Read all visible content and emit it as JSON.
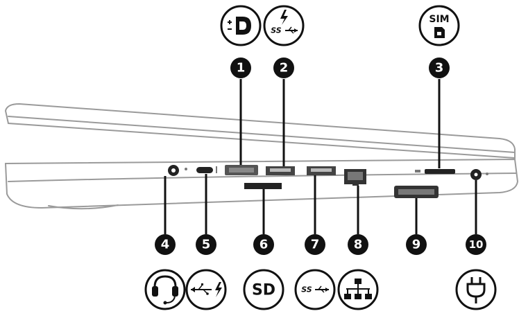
{
  "callouts": {
    "c1": "1",
    "c2": "2",
    "c3": "3",
    "c4": "4",
    "c5": "5",
    "c6": "6",
    "c7": "7",
    "c8": "8",
    "c9": "9",
    "c10": "10"
  },
  "icons": {
    "top": [
      {
        "number": "1",
        "icon": "displayport-icon"
      },
      {
        "number": "2",
        "icon": "usb-superspeed-charging-icon"
      },
      {
        "number": "3",
        "icon": "sim-card-icon",
        "label": "SIM"
      }
    ],
    "bottom": [
      {
        "number": "4",
        "icon": "headset-icon"
      },
      {
        "number": "5",
        "icon": "usb-type-c-charging-icon"
      },
      {
        "number": "6",
        "icon": "sd-card-icon",
        "label": "SD"
      },
      {
        "number": "7",
        "icon": "usb-superspeed-icon"
      },
      {
        "number": "8",
        "icon": "network-rj45-icon"
      },
      {
        "number": "9",
        "icon": "docking-connector-icon"
      },
      {
        "number": "10",
        "icon": "power-plug-icon"
      }
    ]
  },
  "labels": {
    "sim": "SIM",
    "sd": "SD",
    "ss_top": "SS",
    "ss_bottom": "SS"
  },
  "colors": {
    "ink": "#111111",
    "outline": "#9a9a9a",
    "callout_fill": "#111111",
    "callout_text": "#ffffff"
  }
}
